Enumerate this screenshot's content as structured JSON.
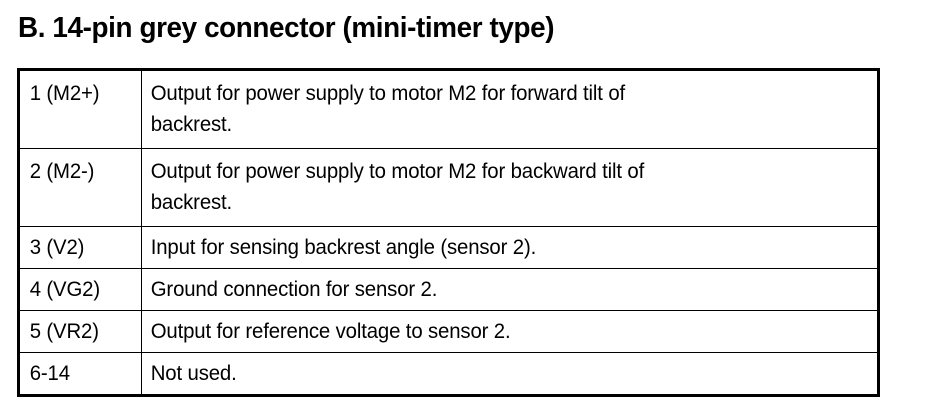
{
  "document": {
    "heading": "B. 14-pin grey connector (mini-timer type)",
    "colors": {
      "background": "#ffffff",
      "text": "#000000",
      "border": "#000000"
    }
  },
  "table": {
    "name": "pin-assignment-table",
    "rows": [
      {
        "pin": "1 (M2+)",
        "description": "Output for power supply to motor M2 for forward tilt of\nbackrest.",
        "lines": 2
      },
      {
        "pin": "2 (M2-)",
        "description": "Output for power supply to motor M2 for backward tilt of\nbackrest.",
        "lines": 2
      },
      {
        "pin": "3 (V2)",
        "description": "Input for sensing backrest angle (sensor 2).",
        "lines": 1
      },
      {
        "pin": "4 (VG2)",
        "description": "Ground connection for sensor 2.",
        "lines": 1
      },
      {
        "pin": "5 (VR2)",
        "description": "Output for reference voltage to sensor 2.",
        "lines": 1
      },
      {
        "pin": "6-14",
        "description": "Not used.",
        "lines": 1
      }
    ]
  }
}
